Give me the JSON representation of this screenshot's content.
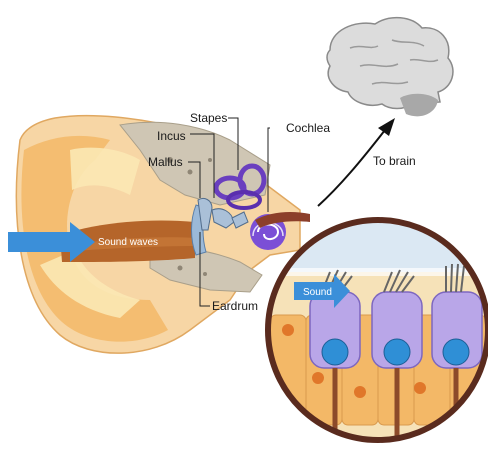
{
  "labels": {
    "stapes": "Stapes",
    "incus": "Incus",
    "cochlea": "Cochlea",
    "mallus": "Mallus",
    "eardrum": "Eardrum",
    "to_brain": "To brain",
    "sound_waves": "Sound waves",
    "sound": "Sound"
  },
  "colors": {
    "skin": "#f5c98a",
    "skin_dark": "#e8a55c",
    "canal": "#b5652a",
    "bone": "#e8e0c8",
    "ossicle_purple": "#6a3fbf",
    "cochlea_purple": "#7b4fd6",
    "arrow_blue": "#3b8fd9",
    "hair_cell": "#b9a6e8",
    "nucleus": "#2f8fd6",
    "brain": "#d9d9d9",
    "inset_border": "#5a2b1e"
  }
}
